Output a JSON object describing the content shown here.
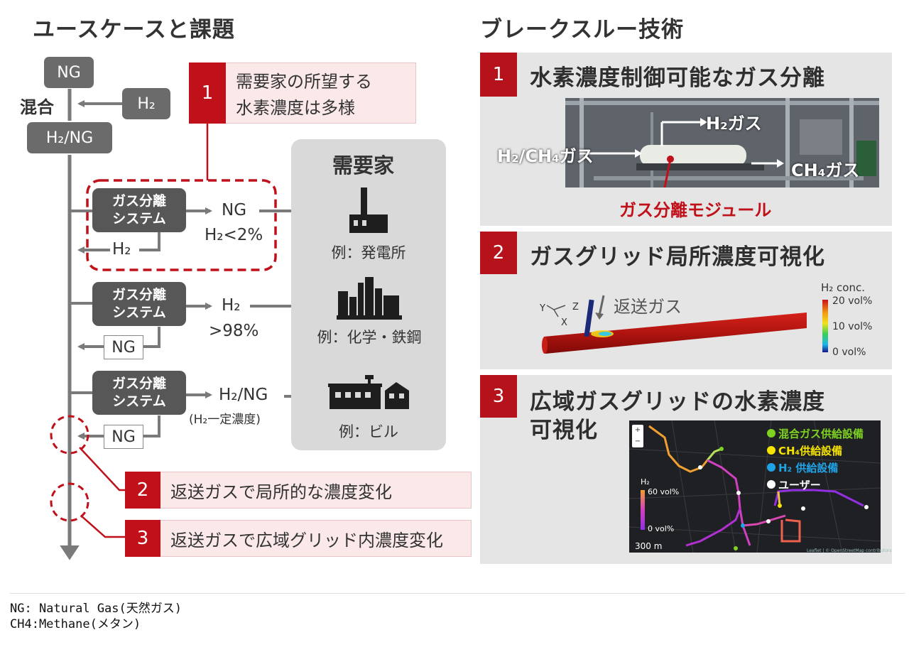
{
  "left": {
    "title": "ユースケースと課題",
    "ng_top": "NG",
    "mix_label": "混合",
    "h2_in": "H₂",
    "h2ng": "H₂/NG",
    "consumers_title": "需要家",
    "systems": [
      {
        "line1": "ガス分離",
        "line2": "システム",
        "out": "NG",
        "out2": "H₂<2%",
        "ret": "H₂",
        "consumer": "例：発電所"
      },
      {
        "line1": "ガス分離",
        "line2": "システム",
        "out": "H₂",
        "out2": ">98%",
        "ret": "NG",
        "consumer": "例：化学・鉄鋼"
      },
      {
        "line1": "ガス分離",
        "line2": "システム",
        "out": "H₂/NG",
        "out2": "(H₂一定濃度)",
        "ret": "NG",
        "consumer": "例：ビル"
      }
    ],
    "issues": [
      {
        "num": "1",
        "line1": "需要家の所望する",
        "line2": "水素濃度は多様"
      },
      {
        "num": "2",
        "text": "返送ガスで局所的な濃度変化"
      },
      {
        "num": "3",
        "text": "返送ガスで広域グリッド内濃度変化"
      }
    ]
  },
  "right": {
    "title": "ブレークスルー技術",
    "panels": [
      {
        "num": "1",
        "title": "水素濃度制御可能なガス分離",
        "photo": {
          "h2_gas": "H₂ガス",
          "input": "H₂/CH₄ガス",
          "ch4_gas": "CH₄ガス",
          "module": "ガス分離モジュール"
        }
      },
      {
        "num": "2",
        "title": "ガスグリッド局所濃度可視化",
        "sim": {
          "return_gas": "返送ガス",
          "legend_title": "H₂ conc.",
          "l20": "20 vol%",
          "l10": "10 vol%",
          "l0": "0 vol%",
          "axes": "Y  Z\n X"
        }
      },
      {
        "num": "3",
        "title_line1": "広域ガスグリッドの水素濃度",
        "title_line2": "可視化",
        "map": {
          "legend": [
            "混合ガス供給設備",
            "CH₄供給設備",
            "H₂ 供給設備",
            "ユーザー"
          ],
          "legend_colors": [
            "#7ed321",
            "#f5e400",
            "#1fa3e6",
            "#ffffff"
          ],
          "scale_title": "H₂",
          "scale_top": "60 vol%",
          "scale_bottom": "0 vol%",
          "distance": "300 m",
          "credit": "Leaflet | © OpenStreetMap contributors"
        }
      }
    ]
  },
  "footer": {
    "line1": "NG: Natural Gas(天然ガス)",
    "line2": "CH4:Methane(メタン)"
  },
  "colors": {
    "accent": "#c0111b",
    "pink": "#fbe9ea",
    "panel": "#e5e5e5",
    "box": "#6b6b6b"
  }
}
